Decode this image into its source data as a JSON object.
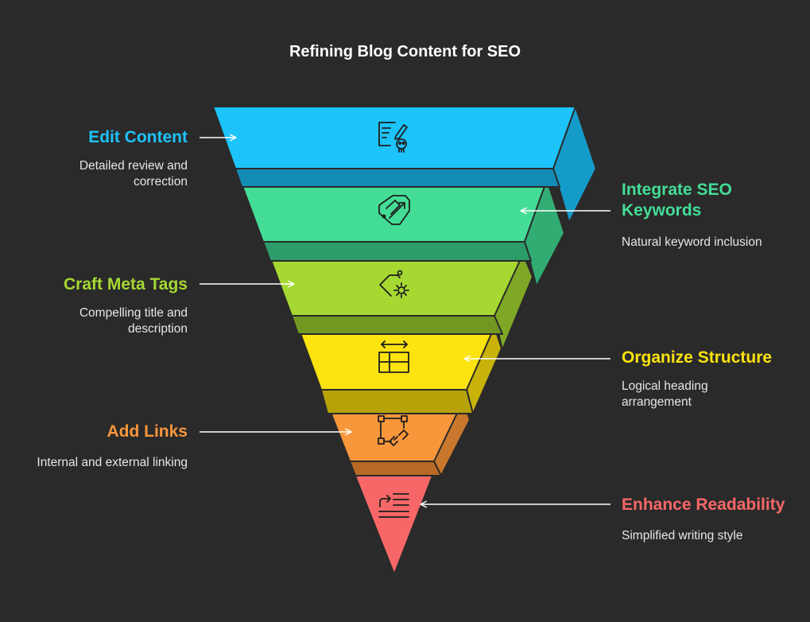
{
  "title": "Refining Blog Content for SEO",
  "stages": [
    {
      "label": "Edit Content",
      "description": "Detailed review and correction",
      "color": "#1dc3fb",
      "icon": "edit-document-skull-icon"
    },
    {
      "label": "Integrate SEO Keywords",
      "description": "Natural keyword inclusion",
      "color": "#43dd96",
      "icon": "magnet-tag-icon"
    },
    {
      "label": "Craft Meta Tags",
      "description": "Compelling title and description",
      "color": "#a6d832",
      "icon": "tag-gear-icon"
    },
    {
      "label": "Organize Structure",
      "description": "Logical heading arrangement",
      "color": "#fde30f",
      "icon": "layout-grid-icon"
    },
    {
      "label": "Add Links",
      "description": "Internal and external linking",
      "color": "#f7963b",
      "icon": "link-nodes-icon"
    },
    {
      "label": "Enhance Readability",
      "description": "Simplified writing style",
      "color": "#f86767",
      "icon": "text-indent-icon"
    }
  ]
}
